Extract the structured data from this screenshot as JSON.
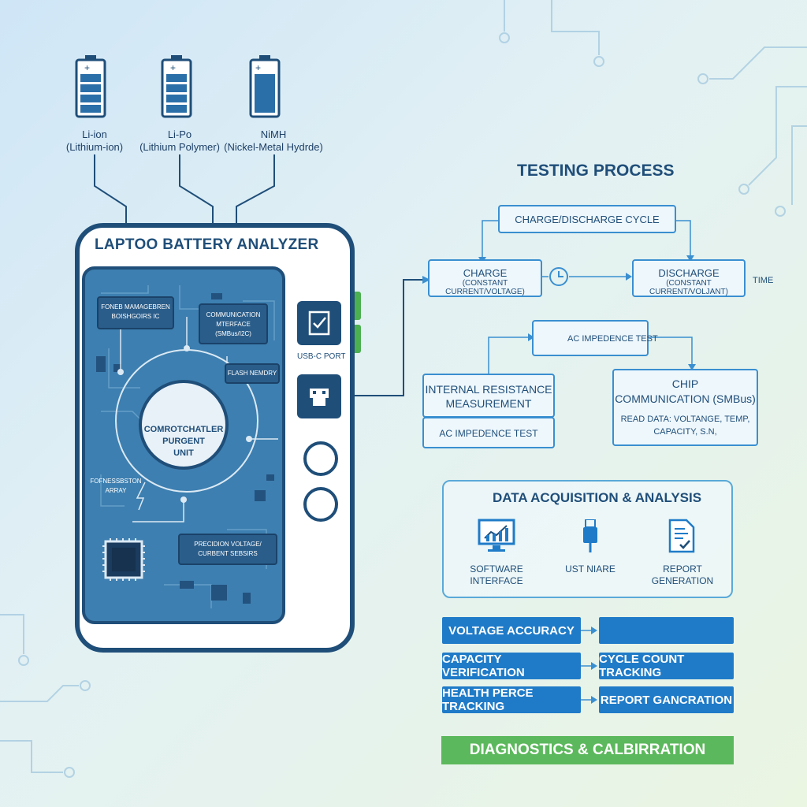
{
  "batteries": [
    {
      "type": "Li-ion",
      "full_name": "(Lithium-ion)"
    },
    {
      "type": "Li-Po",
      "full_name": "(Lithium Polymer)"
    },
    {
      "type": "NiMH",
      "full_name": "(Nickel-Metal Hydrde)"
    }
  ],
  "analyzer": {
    "title": "LAPTOO BATTERY ANALYZER",
    "power_mgmt": "FONEB MAMAGEBREN\nBOISHGOIRS IC",
    "comm_interface": "COMMUNICATION\nMTERFACE\n(SMBus/I2C)",
    "flash_memory": "FLASH NEMDRY",
    "mcu": "COMROTCHATLER\nPURGENT\nUNIT",
    "resistor_array": "FOFNESSBSTON\nARRAY",
    "sensors": "PRECIDION VOLTAGE/\nCURBENT SEBSIRS",
    "usb_port": "USB-C PORT"
  },
  "testing": {
    "heading": "TESTING PROCESS",
    "cycle": "CHARGE/DISCHARGE CYCLE",
    "charge": {
      "title": "CHARGE",
      "sub": "(CONSTANT CURRENT/VOLTAGE)"
    },
    "discharge": {
      "title": "DISCHARGE",
      "sub": "(CONSTANT CURRENT/VOLJANT)"
    },
    "time": "TIME",
    "ac_impedance": "AC IMPEDENCE TEST",
    "internal_resistance": {
      "title": "INTERNAL RESISTANCE\nMEASUREMENT",
      "sub": "AC IMPEDENCE TEST"
    },
    "chip_comm": {
      "title": "CHIP\nCOMMUNICATION (SMBus)",
      "sub": "READ DATA: VOLTANGE, TEMP,\nCAPACITY, S.N,"
    }
  },
  "data": {
    "heading": "DATA ACQUISITION & ANALYSIS",
    "tools": [
      {
        "label": "SOFTWARE\nINTERFACE",
        "icon": "monitor-chart-icon"
      },
      {
        "label": "UST NIARE",
        "icon": "usb-icon"
      },
      {
        "label": "REPORT\nGENERATION",
        "icon": "report-icon"
      }
    ]
  },
  "metrics": {
    "left": [
      "VOLTAGE ACCURACY",
      "CAPACITY VERIFICATION",
      "HEALTH PERCE TRACKING"
    ],
    "right": [
      "",
      "CYCLE COUNT TRACKING",
      "REPORT GANCRATION"
    ]
  },
  "diagnostics": "DIAGNOSTICS & CALBIRRATION",
  "colors": {
    "primary": "#1f4e79",
    "accent": "#1f7bc8",
    "line": "#3a8fd0",
    "green": "#5cb85c"
  }
}
